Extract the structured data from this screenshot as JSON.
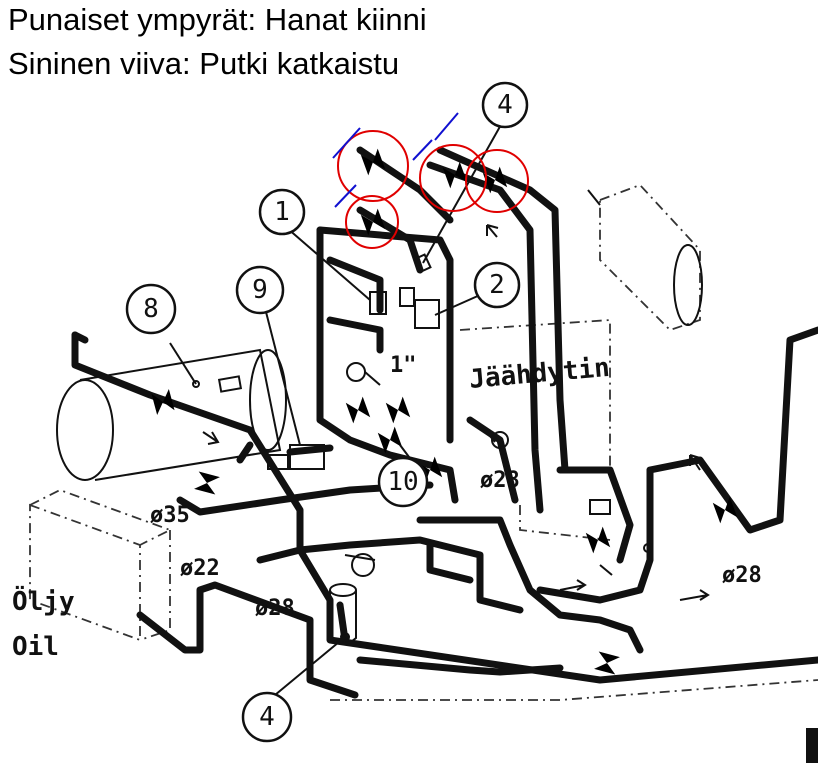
{
  "legend": {
    "red_circles": "Punaiset ympyrät: Hanat kiinni",
    "blue_line": "Sininen viiva: Putki katkaistu"
  },
  "colors": {
    "red_marker": "#e00000",
    "blue_marker": "#1010d0",
    "ink": "#111111"
  },
  "labels": {
    "cooler": "Jäähdytin",
    "oil_fi": "Öljy",
    "oil_en": "Oil",
    "d35": "ø35",
    "d22": "ø22",
    "d28_left": "ø28",
    "d28_mid": "ø28",
    "d28_right": "ø28",
    "inch": "1\""
  },
  "callouts": {
    "c1": "1",
    "c2": "2",
    "c4_top": "4",
    "c4_bottom": "4",
    "c8": "8",
    "c9": "9",
    "c10": "10"
  }
}
